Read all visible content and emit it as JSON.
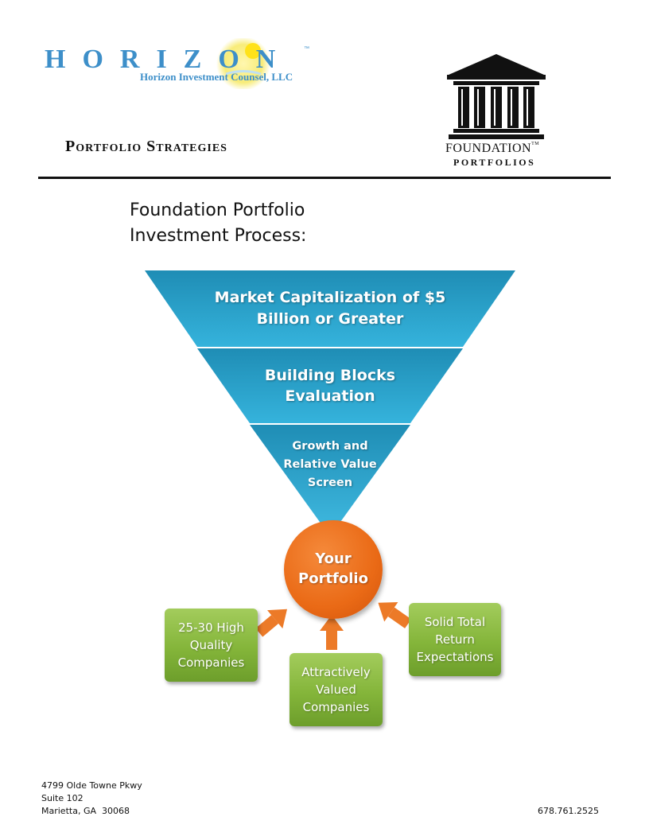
{
  "header": {
    "horizon_logo_letters": "HORIZON",
    "horizon_logo_tagline": "Horizon Investment Counsel, LLC",
    "section_heading": "Portfolio Strategies",
    "foundation_logo_name": "FOUNDATION",
    "foundation_logo_sub": "PORTFOLIOS"
  },
  "title": {
    "line1": "Foundation Portfolio",
    "line2": "Investment Process:"
  },
  "funnel": {
    "tiers": [
      {
        "line1": "Market Capitalization of $5",
        "line2": "Billion or Greater"
      },
      {
        "line1": "Building Blocks",
        "line2": "Evaluation"
      },
      {
        "line1": "Growth and",
        "line2": "Relative Value",
        "line3": "Screen"
      }
    ],
    "result": {
      "line1": "Your",
      "line2": "Portfolio"
    }
  },
  "inputs": [
    {
      "line1": "25-30 High",
      "line2": "Quality",
      "line3": "Companies"
    },
    {
      "line1": "Attractively",
      "line2": "Valued",
      "line3": "Companies"
    },
    {
      "line1": "Solid Total",
      "line2": "Return",
      "line3": "Expectations"
    }
  ],
  "footer": {
    "address_line1": "4799 Olde Towne Pkwy",
    "address_line2": "Suite 102",
    "address_line3": "Marietta, GA  30068",
    "phone": "678.761.2525"
  },
  "colors": {
    "brand_blue": "#3d8fc9",
    "funnel_teal": "#2aa6cf",
    "portfolio_orange": "#ea6a16",
    "input_green": "#84b53a"
  }
}
